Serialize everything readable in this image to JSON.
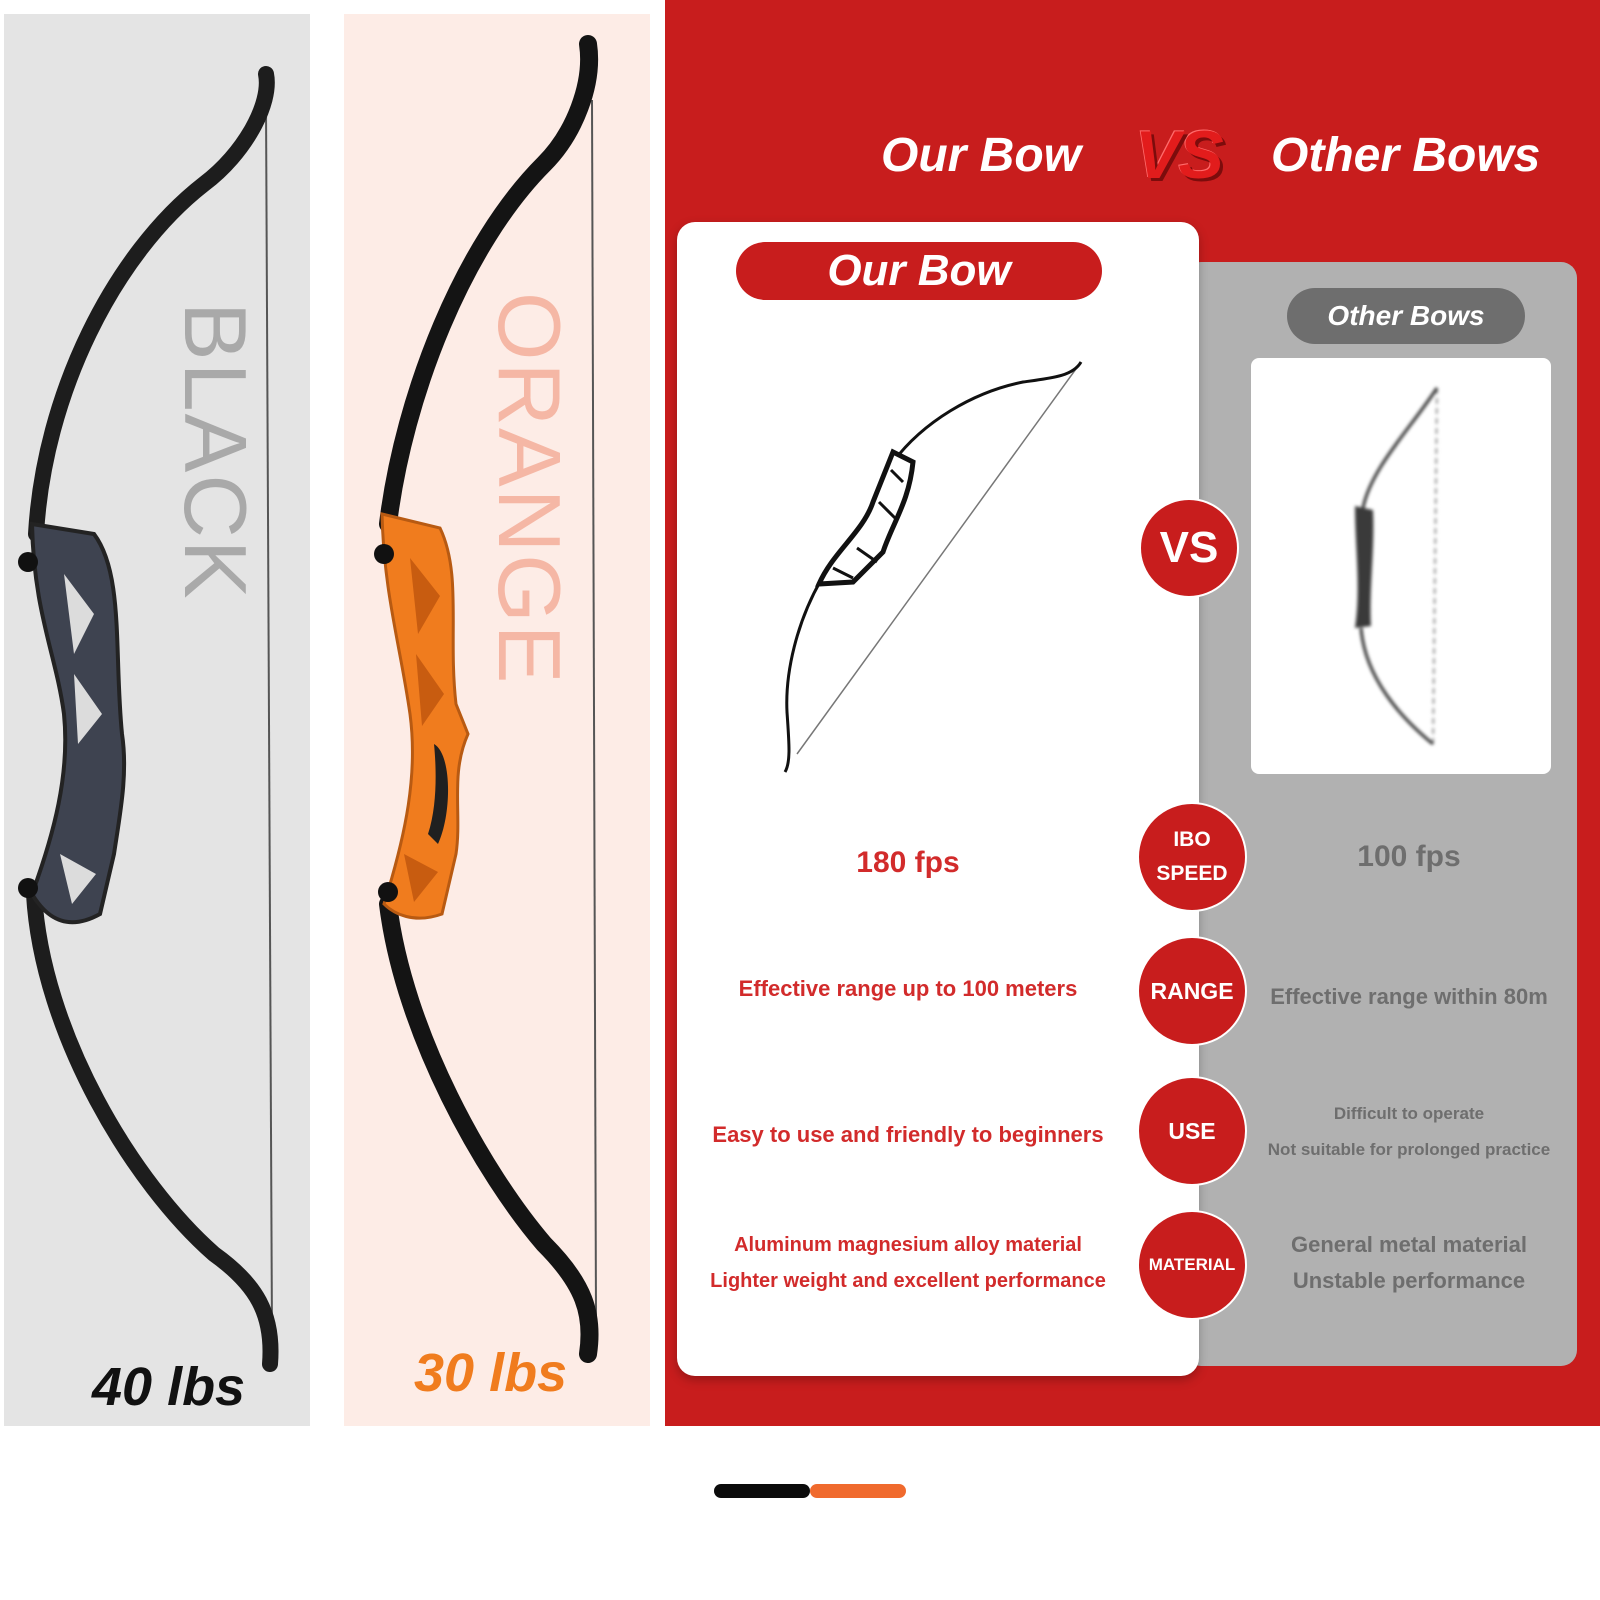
{
  "variants": {
    "black": {
      "name": "BLACK",
      "weight": "40 lbs"
    },
    "orange": {
      "name": "ORANGE",
      "weight": "30 lbs"
    }
  },
  "comparison": {
    "header": {
      "ours": "Our Bow",
      "vs": "VS",
      "others": "Other Bows"
    },
    "our_badge": "Our Bow",
    "other_badge": "Other Bows",
    "vs_circle": "VS",
    "rows": [
      {
        "label_lines": [
          "IBO",
          "SPEED"
        ],
        "ours_lines": [
          "180 fps"
        ],
        "others_lines": [
          "100 fps"
        ]
      },
      {
        "label_lines": [
          "RANGE"
        ],
        "ours_lines": [
          "Effective range up to 100 meters"
        ],
        "others_lines": [
          "Effective range within 80m"
        ]
      },
      {
        "label_lines": [
          "USE"
        ],
        "ours_lines": [
          "Easy to use and friendly to beginners"
        ],
        "others_lines": [
          "Difficult to operate",
          "Not suitable for prolonged practice"
        ]
      },
      {
        "label_lines": [
          "MATERIAL"
        ],
        "ours_lines": [
          "Aluminum magnesium alloy material",
          "Lighter weight and excellent performance"
        ],
        "others_lines": [
          "General metal material",
          "Unstable performance"
        ]
      }
    ]
  },
  "colors": {
    "brand_red": "#c81d1d",
    "orange_accent": "#f07c1e",
    "grey_panel": "#b1b1b1"
  },
  "carousel": {
    "slide_count": 2
  }
}
